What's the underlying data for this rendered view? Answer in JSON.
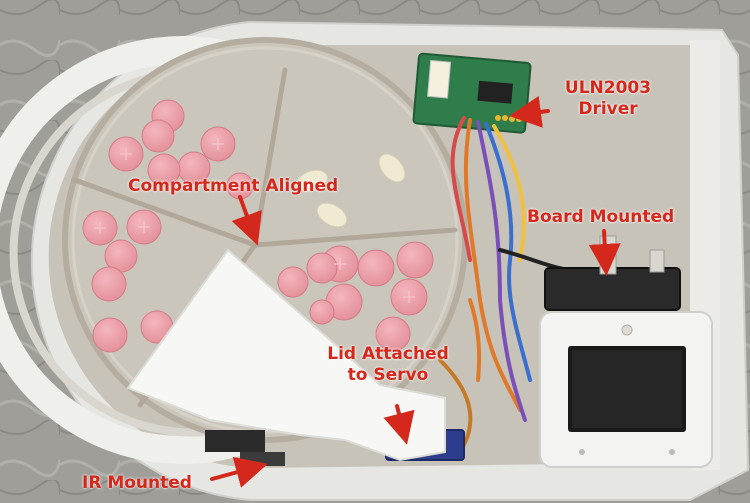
{
  "annotations": {
    "uln_driver_line1": "ULN2003",
    "uln_driver_line2": "Driver",
    "compartment_aligned": "Compartment Aligned",
    "board_mounted": "Board Mounted",
    "lid_attached_line1": "Lid Attached",
    "lid_attached_line2": "to Servo",
    "ir_mounted": "IR Mounted"
  },
  "colors": {
    "annotation_text": "#d5281c",
    "annotation_arrow": "#d5281c",
    "pill_pink": "#e89aa3",
    "pill_white": "#f1ead2",
    "enclosure": "#eeeeec",
    "baseplate": "#c9c4ba",
    "pcb_green": "#2e7d4a"
  }
}
